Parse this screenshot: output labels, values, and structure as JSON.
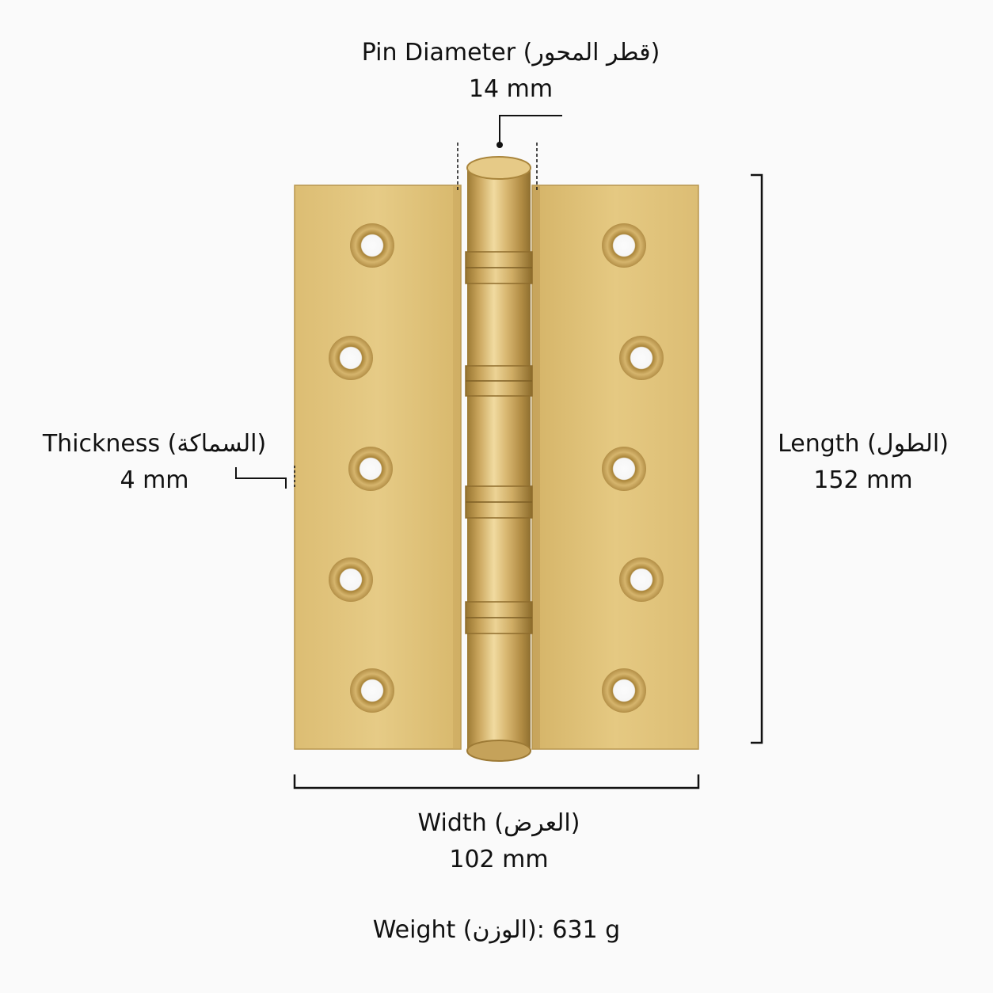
{
  "pin_diameter": {
    "label": "Pin Diameter (قطر المحور)",
    "value": "14 mm"
  },
  "thickness": {
    "label": "Thickness (السماكة)",
    "value": "4 mm"
  },
  "length": {
    "label": "Length (الطول)",
    "value": "152 mm"
  },
  "width": {
    "label": "Width (العرض)",
    "value": "102 mm"
  },
  "weight": {
    "text": "Weight (الوزن): 631 g"
  },
  "colors": {
    "brass_light": "#e3c57f",
    "brass_mid": "#d2ad60",
    "brass_dark": "#a8823a",
    "line": "#111111",
    "background": "#fafafa"
  }
}
